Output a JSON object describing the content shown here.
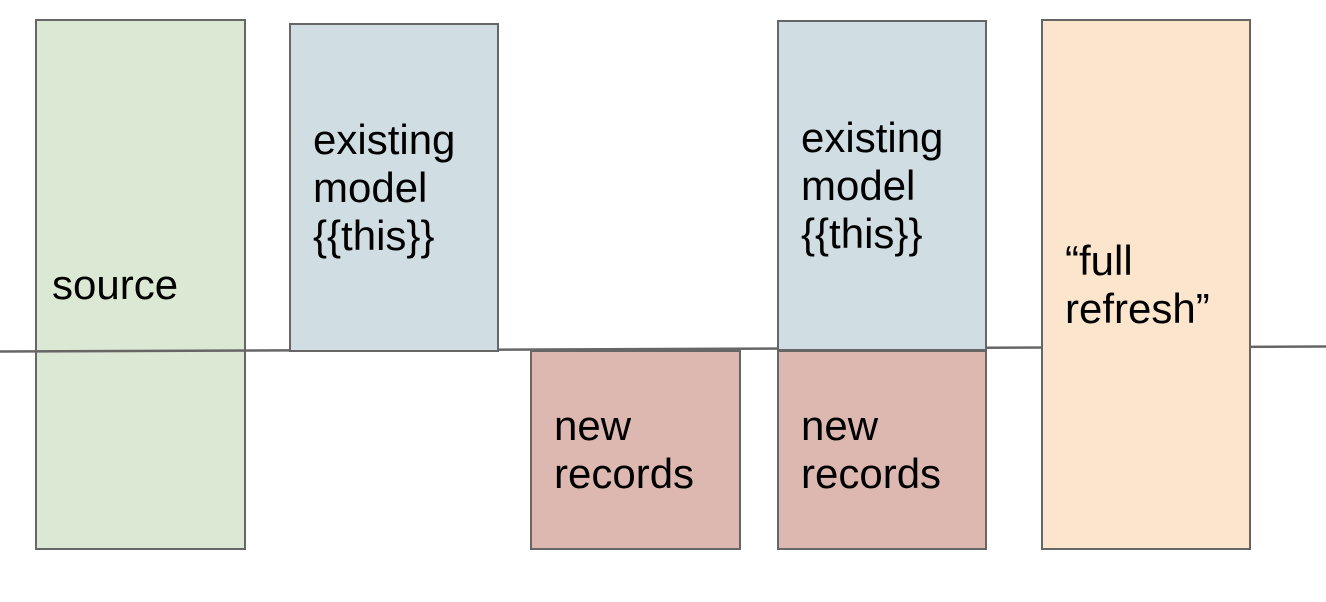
{
  "diagram": {
    "background": "#ffffff",
    "divider": {
      "color": "#666666",
      "description": "horizontal baseline separating existing data (above) from new records (below)"
    },
    "text_color": "#000000",
    "border_color": "#666666",
    "boxes": [
      {
        "id": "source",
        "label": "source",
        "fill": "#dbe8d3"
      },
      {
        "id": "existing-model-1",
        "label": "existing\nmodel\n{{this}}",
        "fill": "#d0dee3"
      },
      {
        "id": "new-records-1",
        "label": "new\nrecords",
        "fill": "#ddb8b0"
      },
      {
        "id": "existing-model-2",
        "label": "existing\nmodel\n{{this}}",
        "fill": "#d0dee3"
      },
      {
        "id": "new-records-2",
        "label": "new\nrecords",
        "fill": "#ddb8b0"
      },
      {
        "id": "full-refresh",
        "label": "“full\nrefresh”",
        "fill": "#fbe5cd"
      }
    ]
  }
}
